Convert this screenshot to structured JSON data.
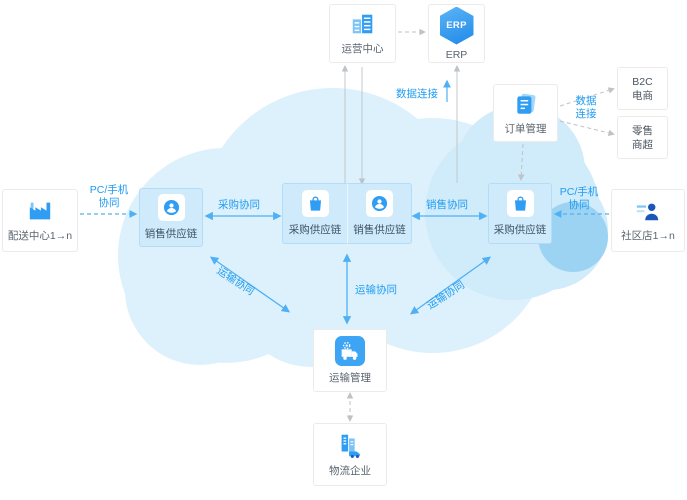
{
  "colors": {
    "accent_blue": "#1f9bf0",
    "cloud_light": "#dcf1fc",
    "cloud_mid": "#d0ebfa",
    "cloud_dark": "#9cd3f3",
    "chain_box": "#cfeafb"
  },
  "nodes": {
    "operations_center": {
      "label": "运营中心"
    },
    "erp": {
      "label": "ERP",
      "badge": "ERP"
    },
    "order_management": {
      "label": "订单管理"
    },
    "b2c": {
      "line1": "B2C",
      "line2": "电商"
    },
    "retail": {
      "line1": "零售",
      "line2": "商超"
    },
    "distribution_center": {
      "label": "配送中心1→n"
    },
    "sales_chain_left": {
      "label": "销售供应链"
    },
    "purchase_chain_center": {
      "label": "采购供应链"
    },
    "sales_chain_center": {
      "label": "销售供应链"
    },
    "purchase_chain_right": {
      "label": "采购供应链"
    },
    "community_store": {
      "label": "社区店1→n"
    },
    "transport_management": {
      "label": "运输管理"
    },
    "logistics_enterprise": {
      "label": "物流企业"
    }
  },
  "labels": {
    "data_connect": "数据连接",
    "data_connect_l1": "数据",
    "data_connect_l2": "连接",
    "pc_mobile_l1": "PC/手机",
    "pc_mobile_l2": "协同",
    "purchase_collab": "采购协同",
    "sales_collab": "销售协同",
    "transport_collab": "运输协同"
  }
}
